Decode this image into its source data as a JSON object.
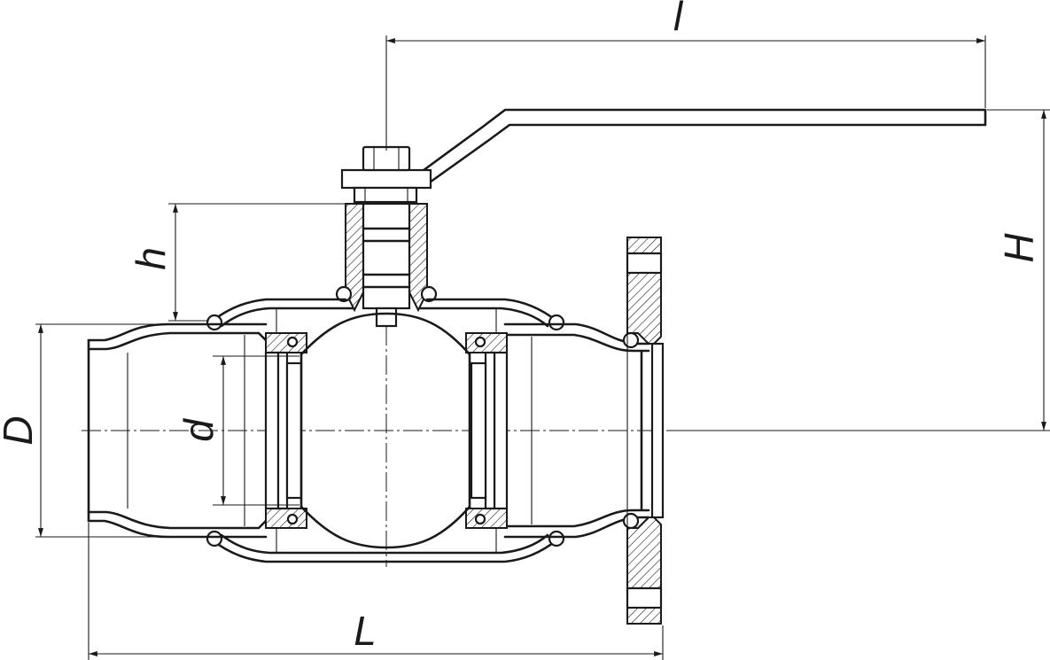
{
  "diagram": {
    "dimensions": {
      "handle_length": "l",
      "height": "H",
      "stem_height": "h",
      "outer_diameter": "D",
      "bore_diameter": "d",
      "length": "L"
    }
  }
}
